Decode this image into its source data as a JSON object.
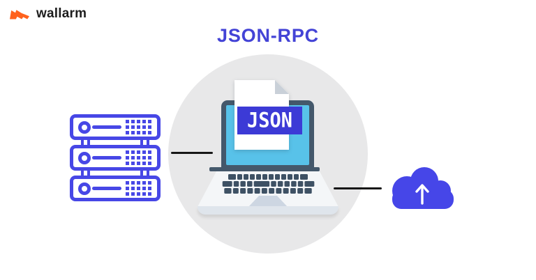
{
  "brand": {
    "name": "wallarm"
  },
  "title": "JSON-RPC",
  "illustration": {
    "file_label": "JSON",
    "nodes": [
      "server-rack",
      "laptop-with-json-file",
      "cloud-upload"
    ],
    "server": {
      "units": 3,
      "dot_rows": 3,
      "dot_cols": 5
    },
    "colors": {
      "title_blue": "#4343d6",
      "server_blue": "#4747e6",
      "cloud_blue": "#4646e8",
      "banner_blue": "#3c3ad6",
      "screen_blue": "#58c2e9",
      "laptop_bezel": "#44586b",
      "circle_gray": "#e8e8e9",
      "connector_black": "#161616",
      "logo_orange": "#ff621d"
    }
  }
}
